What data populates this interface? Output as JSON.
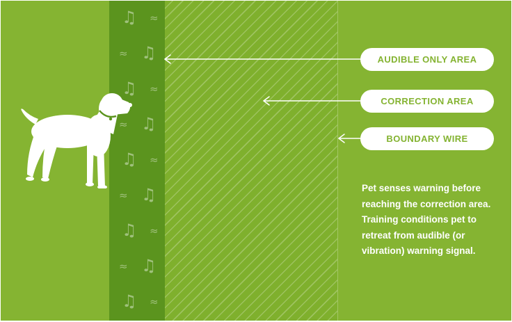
{
  "labels": {
    "audible_only_area": "AUDIBLE ONLY AREA",
    "correction_area": "CORRECTION AREA",
    "boundary_wire": "BOUNDARY WIRE"
  },
  "description": "Pet senses warning before reaching the correction area. Training conditions pet to retreat from audible (or vibration) warning signal.",
  "icons": {
    "dog": "dog-silhouette-icon",
    "note": "music-note-icon",
    "wave": "sound-wave-icon"
  },
  "colors": {
    "background": "#85b432",
    "audible_zone": "#5b941e",
    "correction_zone": "#7fb02d",
    "label_text": "#84b331",
    "white": "#ffffff"
  }
}
